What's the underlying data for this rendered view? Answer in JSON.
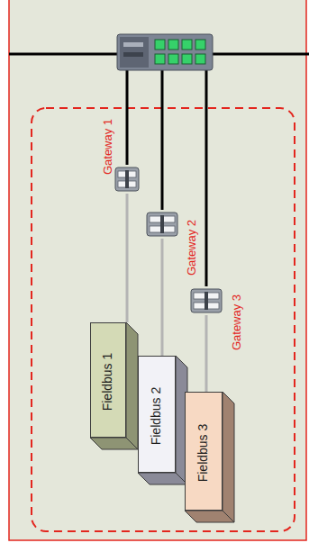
{
  "diagram": {
    "nodes": [
      {
        "text": [
          "Gateway 1"
        ]
      },
      {
        "text": [
          "Gateway 2"
        ]
      },
      {
        "text": [
          "Gateway 3"
        ]
      },
      {
        "text": [
          "Fieldbus 1"
        ]
      },
      {
        "text": [
          "Fieldbus 2"
        ]
      },
      {
        "text": [
          "Fieldbus 3"
        ]
      }
    ],
    "edges": [
      {
        "from": 0,
        "to": 3,
        "arrow": "none"
      },
      {
        "from": 1,
        "to": 4,
        "arrow": "none"
      },
      {
        "from": 2,
        "to": 5,
        "arrow": "none"
      }
    ]
  }
}
